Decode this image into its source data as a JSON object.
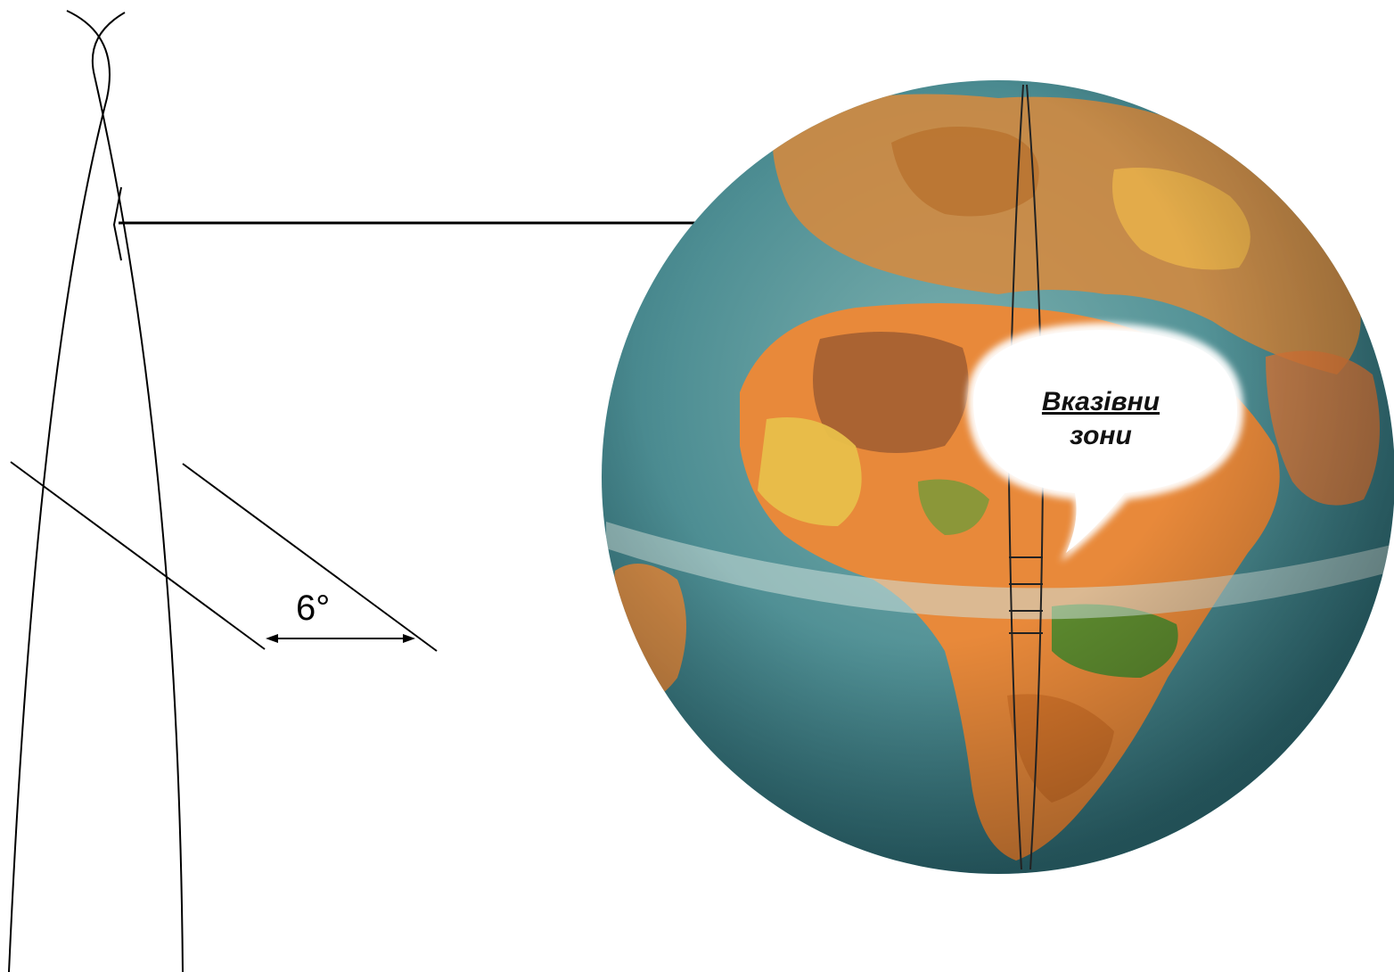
{
  "diagram": {
    "angle_label": "6°",
    "callout": {
      "line1": "Вказівни",
      "line2": "зони"
    }
  },
  "colors": {
    "ocean": "#4f8f94",
    "land_orange": "#e8893a",
    "land_yellow": "#e8bf4a",
    "land_brown": "#9a5a30",
    "land_green": "#4c8a2e",
    "line": "#000000"
  }
}
